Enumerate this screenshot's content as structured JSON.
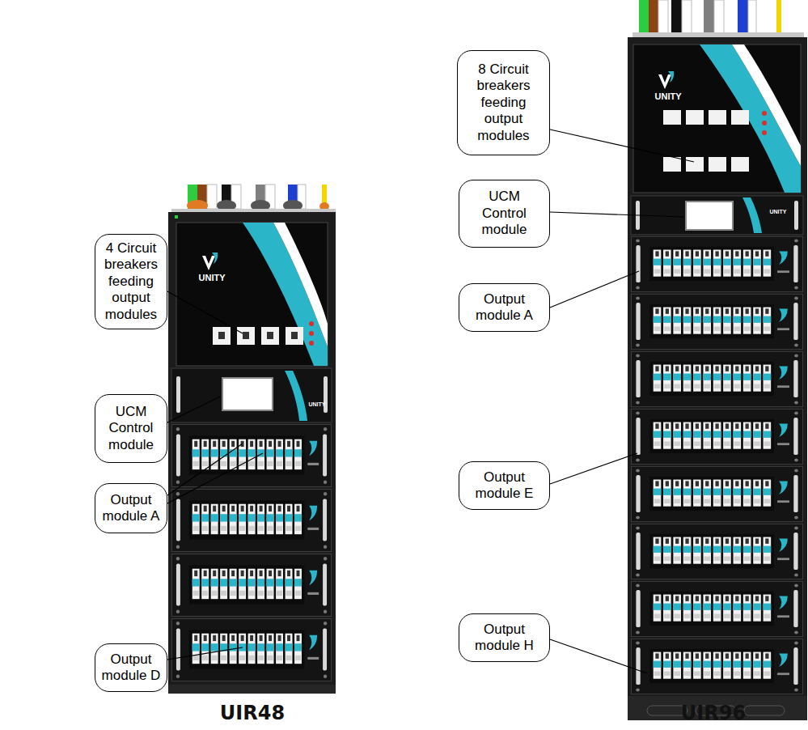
{
  "diagram": {
    "nodes": [
      {
        "text": [
          "4 Circuit breakers feeding output modules"
        ]
      },
      {
        "text": [
          "UCM Control module"
        ]
      },
      {
        "text": [
          "Output module A"
        ]
      },
      {
        "text": [
          "Output module D"
        ]
      },
      {
        "text": [
          "8 Circuit breakers feeding output modules"
        ]
      },
      {
        "text": [
          "UCM Control module"
        ]
      },
      {
        "text": [
          "Output module A"
        ]
      },
      {
        "text": [
          "Output module E"
        ]
      },
      {
        "text": [
          "Output module H"
        ]
      }
    ],
    "labels": [
      "UNITY",
      "UNITY",
      "UNITY",
      "UNITY",
      "UIR48",
      "UIR96"
    ]
  }
}
